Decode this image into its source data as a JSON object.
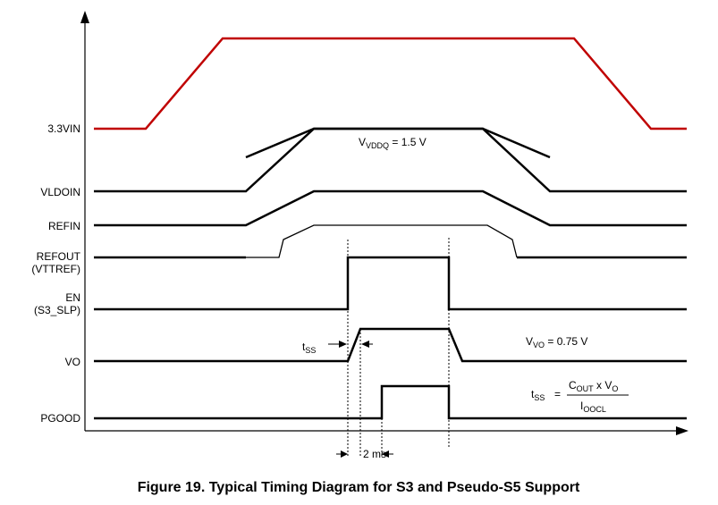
{
  "colors": {
    "supply": "#c00000",
    "signal": "#000000",
    "axis": "#000000",
    "marker": "#000000"
  },
  "signals": [
    {
      "key": "vin",
      "label": "3.3VIN"
    },
    {
      "key": "vldoin",
      "label": "VLDOIN"
    },
    {
      "key": "refin",
      "label": "REFIN"
    },
    {
      "key": "refout",
      "label": "REFOUT",
      "label2": "(VTTREF)"
    },
    {
      "key": "en",
      "label": "EN",
      "label2": "(S3_SLP)"
    },
    {
      "key": "vo",
      "label": "VO"
    },
    {
      "key": "pgood",
      "label": "PGOOD"
    }
  ],
  "annotations": {
    "vddq": {
      "main": "V",
      "sub": "VDDQ",
      "rest": " = 1.5 V"
    },
    "vvo": {
      "main": "V",
      "sub": "VO",
      "rest": " = 0.75 V"
    },
    "tss_arrow": {
      "main": "t",
      "sub": "SS"
    },
    "tss_formula": {
      "lhs_main": "t",
      "lhs_sub": "SS",
      "eq": "=",
      "num_main": "C",
      "num_sub": "OUT",
      "num_rest": " x V",
      "num_sub2": "O",
      "den_main": "I",
      "den_sub": "OOCL"
    },
    "interval": "2 ms"
  },
  "caption": "Figure 19.  Typical Timing Diagram for S3 and Pseudo-S5 Support"
}
